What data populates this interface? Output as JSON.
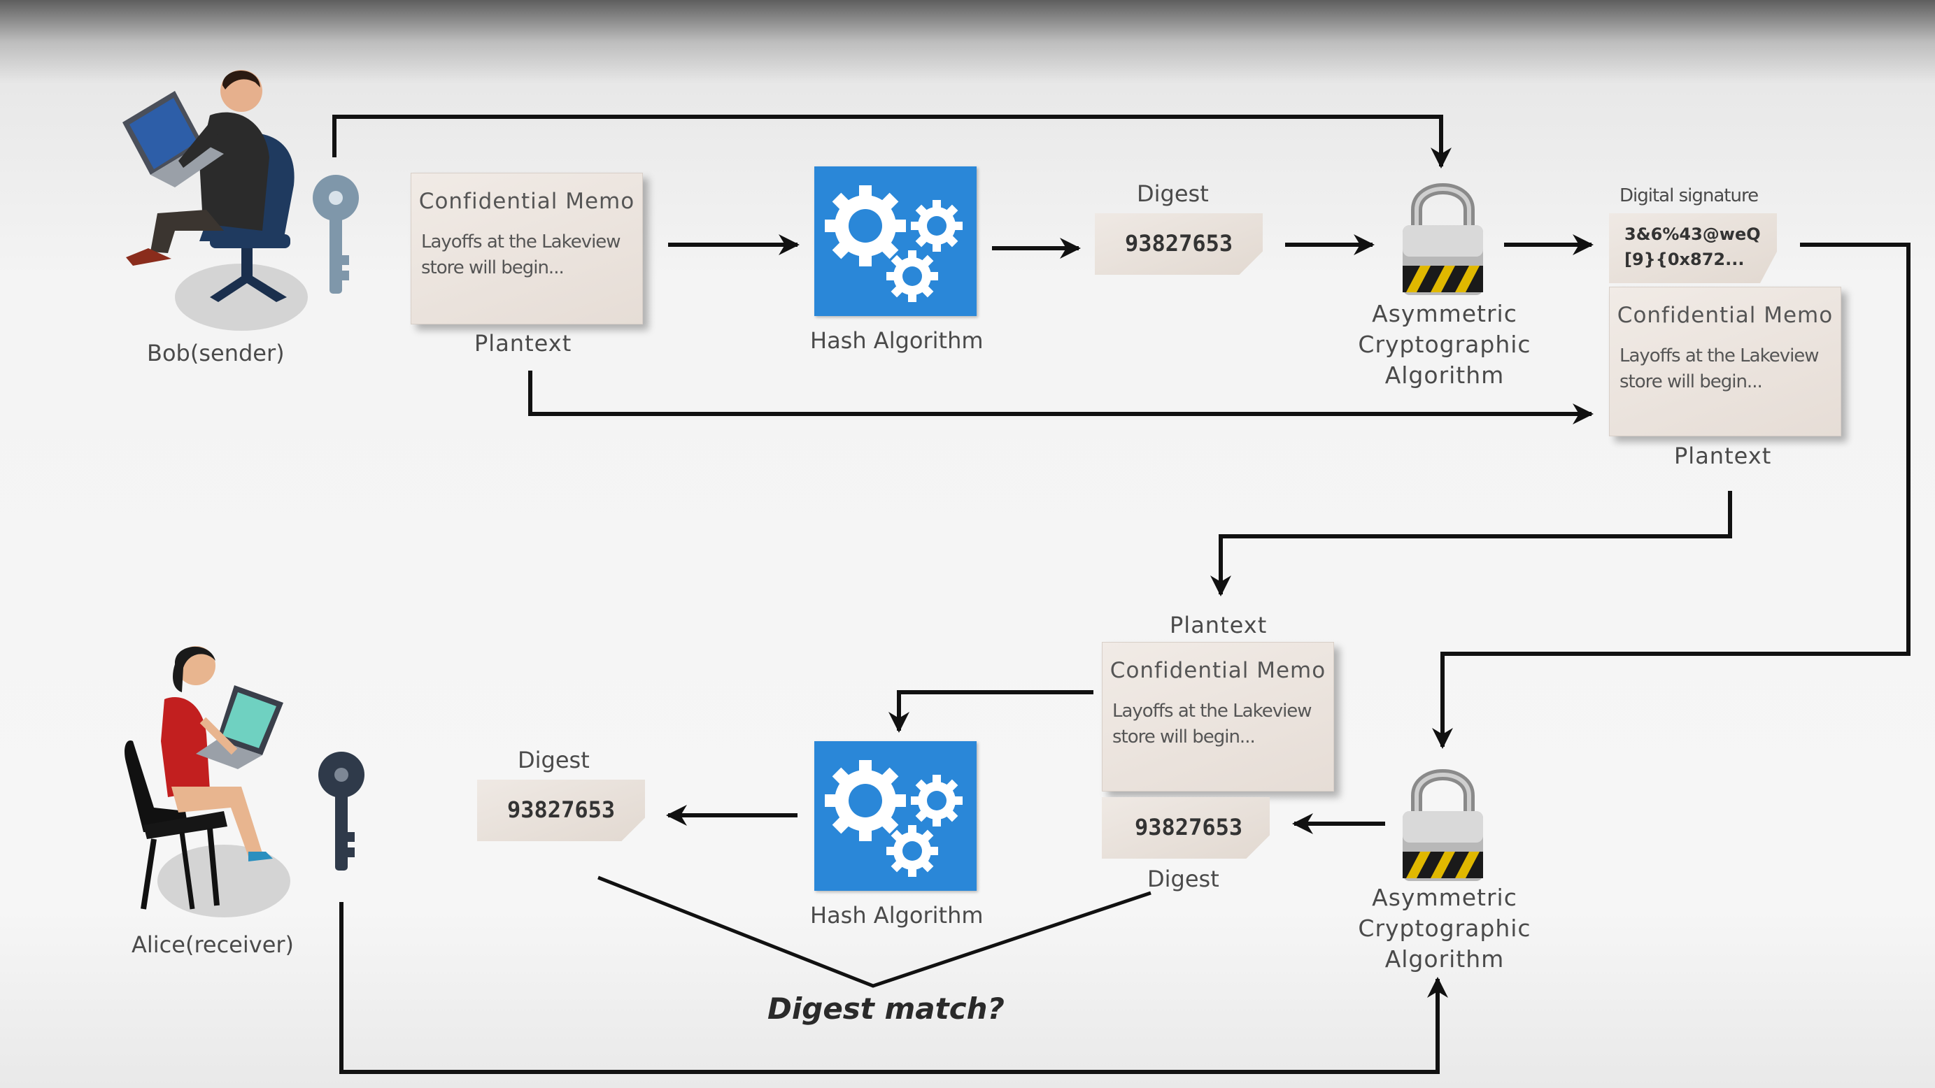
{
  "sender": {
    "name": "Bob(sender)",
    "plaintext_label": "Plantext",
    "memo_title": "Confidential Memo",
    "memo_line1": "Layoffs at the Lakeview",
    "memo_line2": "store will begin...",
    "hash_label": "Hash Algorithm",
    "digest_label": "Digest",
    "digest_value": "93827653",
    "crypto_line1": "Asymmetric",
    "crypto_line2": "Cryptographic",
    "crypto_line3": "Algorithm",
    "signature_label": "Digital signature",
    "signature_line1": "3&6%43@weQ",
    "signature_line2": "[9}{0x872...",
    "attached_memo_title": "Confidential Memo",
    "attached_memo_line1": "Layoffs at the Lakeview",
    "attached_memo_line2": "store will begin...",
    "attached_plaintext_label": "Plantext"
  },
  "receiver": {
    "name": "Alice(receiver)",
    "plaintext_label": "Plantext",
    "memo_title": "Confidential Memo",
    "memo_line1": "Layoffs at the Lakeview",
    "memo_line2": "store will begin...",
    "decrypted_digest_value": "93827653",
    "decrypted_digest_label": "Digest",
    "hash_label": "Hash Algorithm",
    "computed_digest_label": "Digest",
    "computed_digest_value": "93827653",
    "crypto_line1": "Asymmetric",
    "crypto_line2": "Cryptographic",
    "crypto_line3": "Algorithm",
    "question": "Digest match?"
  },
  "colors": {
    "hash_box": "#2a87d8",
    "arrow": "#111111",
    "key_sender": "#7f97aa",
    "key_receiver": "#2f3a4a",
    "lock_stripe": "#e0b800"
  },
  "icons": [
    "person-laptop-icon",
    "key-icon",
    "gears-icon",
    "padlock-icon"
  ]
}
